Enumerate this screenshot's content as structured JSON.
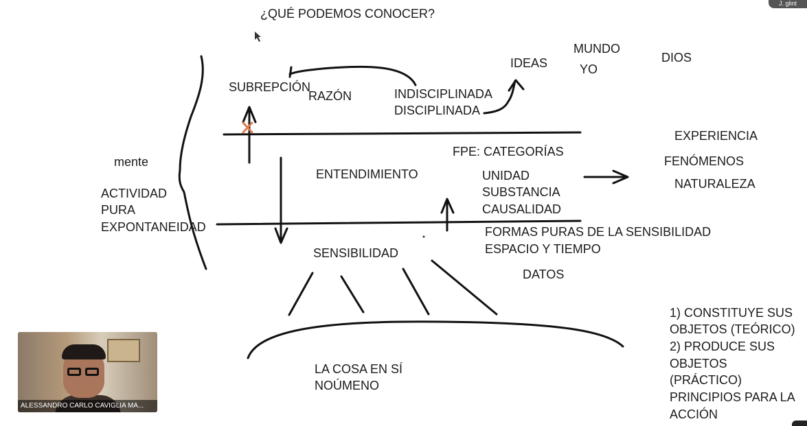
{
  "tab_text": "J. glint",
  "labels": {
    "title": "¿QUÉ PODEMOS CONOCER?",
    "subrepcion": "SUBREPCIÓN",
    "razon": "RAZÓN",
    "indisciplinada": "INDISCIPLINADA",
    "disciplinada": "DISCIPLINADA",
    "ideas": "IDEAS",
    "mundo": "MUNDO",
    "yo": "YO",
    "dios": "DIOS",
    "mente": "mente",
    "actividad": "ACTIVIDAD",
    "pura": "PURA",
    "expontaneidad": "EXPONTANEIDAD",
    "entendimiento": "ENTENDIMIENTO",
    "fpe": "FPE: CATEGORÍAS",
    "unidad": "UNIDAD",
    "substancia": "SUBSTANCIA",
    "causalidad": "CAUSALIDAD",
    "experiencia": "EXPERIENCIA",
    "fenomenos": "FENÓMENOS",
    "naturaleza": "NATURALEZA",
    "formas_puras": "FORMAS PURAS DE LA SENSIBILIDAD",
    "espacio_tiempo": "ESPACIO Y TIEMPO",
    "sensibilidad": "SENSIBILIDAD",
    "datos": "DATOS",
    "cosa_en_si": "LA COSA EN SÍ",
    "noumeno": "NOÚMENO",
    "constituye_1": "1) CONSTITUYE SUS",
    "constituye_2": "OBJETOS (TEÓRICO)",
    "produce_1": "2) PRODUCE SUS",
    "produce_2": "OBJETOS",
    "produce_3": "(PRÁCTICO)",
    "principios_1": "PRINCIPIOS PARA LA",
    "principios_2": "ACCIÓN"
  },
  "participant": {
    "name": "ALESSANDRO CARLO CAVIGLIA MA..."
  },
  "colors": {
    "ink": "#111111",
    "cross": "#e07a4f",
    "video_label_bg": "#000000"
  }
}
